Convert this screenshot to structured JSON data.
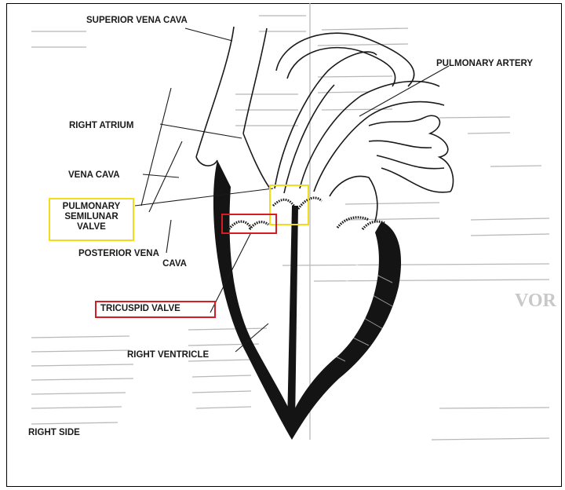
{
  "labels": {
    "superior_vena_cava": "SUPERIOR VENA CAVA",
    "pulmonary_artery": "PULMONARY ARTERY",
    "right_atrium": "RIGHT ATRIUM",
    "vena_cava": "VENA CAVA",
    "pulmonary_semilunar_valve_line1": "PULMONARY",
    "pulmonary_semilunar_valve_line2": "SEMILUNAR",
    "pulmonary_semilunar_valve_line3": "VALVE",
    "posterior_vena_cava_line1": "POSTERIOR VENA",
    "posterior_vena_cava_line2": "CAVA",
    "tricuspid_valve": "TRICUSPID VALVE",
    "right_ventricle": "RIGHT VENTRICLE",
    "right_side": "RIGHT SIDE"
  },
  "highlights": {
    "yellow": "#f3dc1d",
    "red": "#d71d24"
  }
}
